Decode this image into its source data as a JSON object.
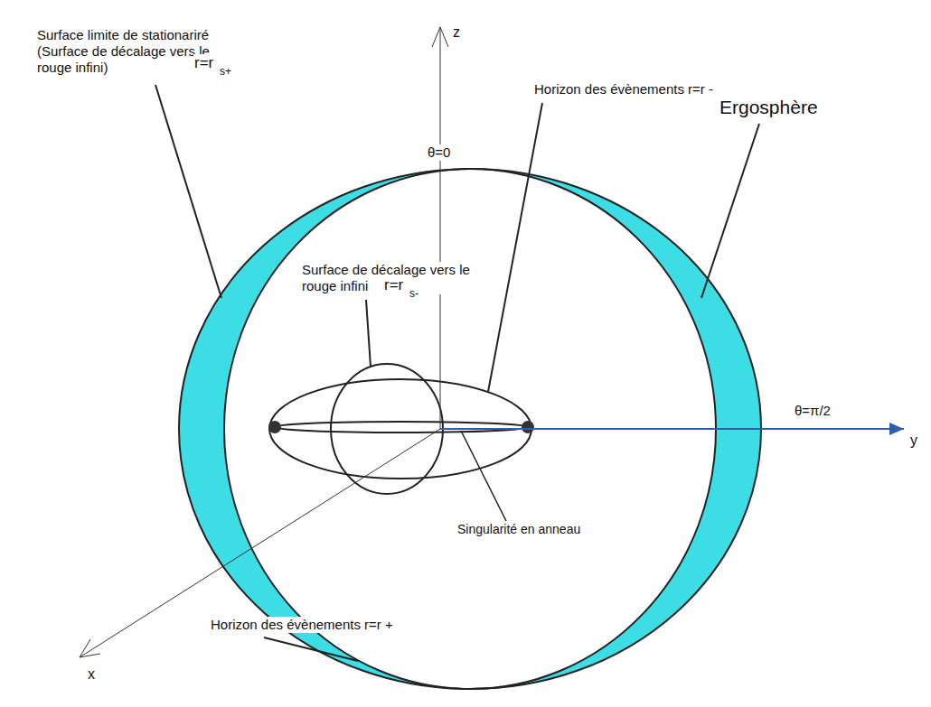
{
  "diagram": {
    "labels": [
      "Surface limite de stationariré (Surface de décalage vers le rouge infini)",
      "r=r",
      "s+",
      "z",
      "θ=0",
      "Horizon des évènements r=r -",
      "Ergosphère",
      "Surface de décalage vers le rouge infini",
      "r=r",
      "s-",
      "θ=π/2",
      "y",
      "Singularité en anneau",
      "Horizon des évènements r=r +",
      "x"
    ]
  }
}
